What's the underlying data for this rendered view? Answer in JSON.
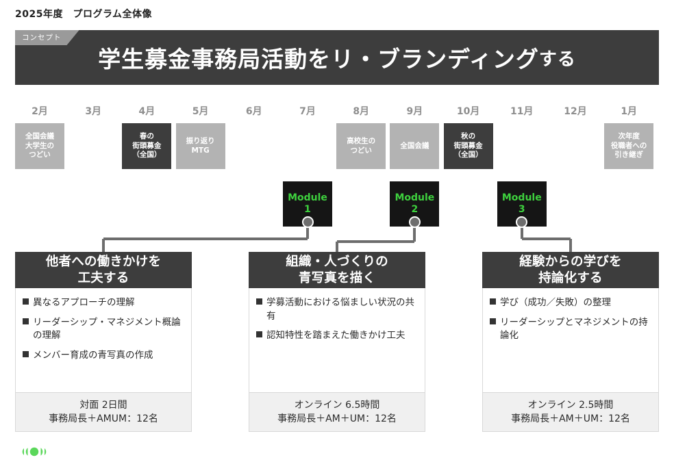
{
  "page": {
    "title": "2025年度　プログラム全体像"
  },
  "banner": {
    "tag": "コンセプト",
    "title_main": "学生募金事務局活動をリ・ブランディング",
    "title_tail": "する"
  },
  "timeline": {
    "months": [
      "2月",
      "3月",
      "4月",
      "5月",
      "6月",
      "7月",
      "8月",
      "9月",
      "10月",
      "11月",
      "12月",
      "1月"
    ],
    "events": [
      {
        "month_index": 0,
        "tone": "light",
        "lines": [
          "全国会議",
          "大学生の",
          "つどい"
        ]
      },
      {
        "month_index": 2,
        "tone": "dark",
        "lines": [
          "春の",
          "街頭募金",
          "（全国）"
        ]
      },
      {
        "month_index": 3,
        "tone": "light",
        "lines": [
          "振り返り",
          "MTG"
        ]
      },
      {
        "month_index": 6,
        "tone": "light",
        "lines": [
          "高校生の",
          "つどい"
        ]
      },
      {
        "month_index": 7,
        "tone": "light",
        "lines": [
          "全国会議"
        ]
      },
      {
        "month_index": 8,
        "tone": "dark",
        "lines": [
          "秋の",
          "街頭募金",
          "（全国）"
        ]
      },
      {
        "month_index": 11,
        "tone": "light",
        "lines": [
          "次年度",
          "役職者への",
          "引き継ぎ"
        ]
      }
    ]
  },
  "modules": [
    {
      "label": "Module",
      "number": "1",
      "month_index": 5
    },
    {
      "label": "Module",
      "number": "2",
      "month_index": 7
    },
    {
      "label": "Module",
      "number": "3",
      "month_index": 9
    }
  ],
  "cards": [
    {
      "heading_lines": [
        "他者への働きかけを",
        "工夫する"
      ],
      "bullets": [
        "異なるアプローチの理解",
        "リーダーシップ・マネジメント概論の理解",
        "メンバー育成の青写真の作成"
      ],
      "footer_lines": [
        "対面 2日間",
        "事務局長＋AMUM：12名"
      ]
    },
    {
      "heading_lines": [
        "組織・人づくりの",
        "青写真を描く"
      ],
      "bullets": [
        "学募活動における悩ましい状況の共有",
        "認知特性を踏まえた働きかけ工夫"
      ],
      "footer_lines": [
        "オンライン 6.5時間",
        "事務局長＋AM＋UM：12名"
      ]
    },
    {
      "heading_lines": [
        "経験からの学びを",
        "持論化する"
      ],
      "bullets": [
        "学び（成功／失敗）の整理",
        "リーダーシップとマネジメントの持論化"
      ],
      "footer_lines": [
        "オンライン 2.5時間",
        "事務局長＋AM＋UM：12名"
      ]
    }
  ],
  "logo": {
    "name": "brand-logo-mark",
    "color": "#5bd75b"
  },
  "colors": {
    "banner_bg": "#3d3d3d",
    "tag_bg": "#9a9a9a",
    "event_light": "#b3b3b3",
    "event_dark": "#3d3d3d",
    "module_bg": "#151515",
    "module_text": "#3ed13e",
    "connector": "#6d6d6d",
    "card_header_bg": "#3d3d3d",
    "card_footer_bg": "#f0f0f0",
    "month_label": "#8e8e8e"
  }
}
